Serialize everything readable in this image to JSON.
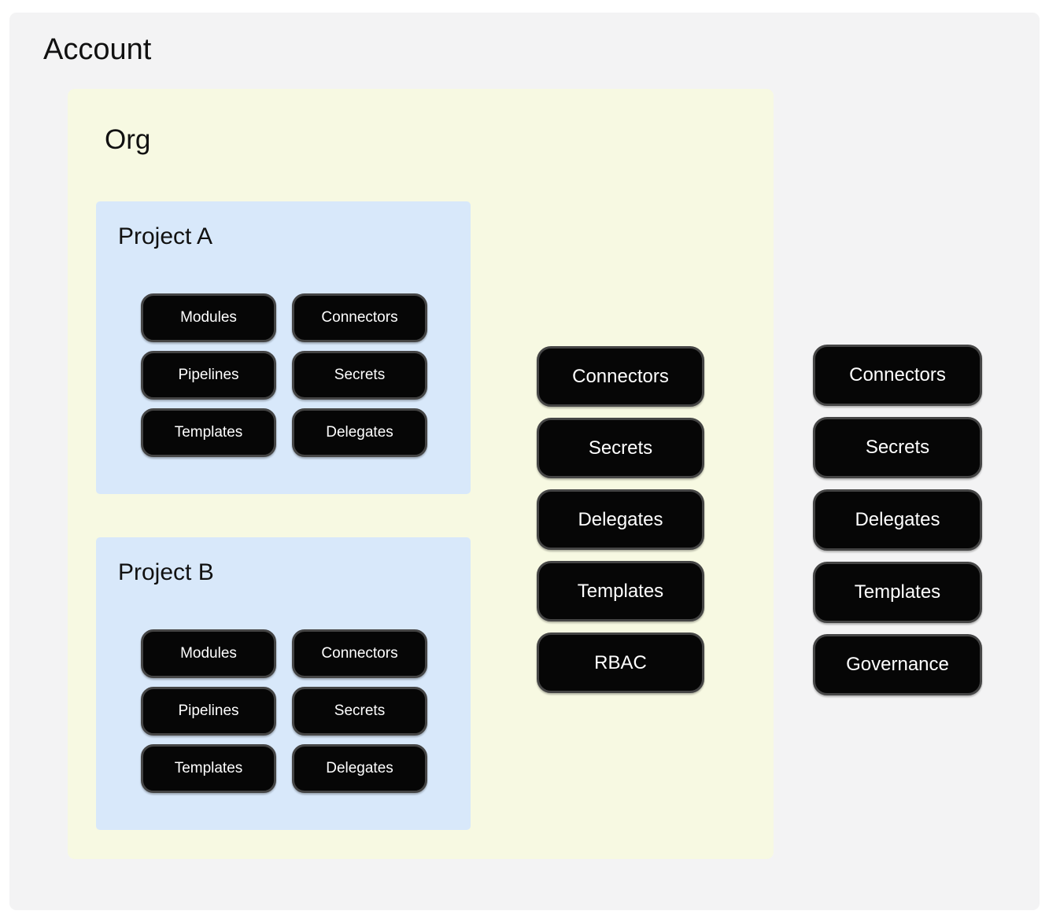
{
  "colors": {
    "page_bg": "#ffffff",
    "account_bg": "#f3f3f4",
    "org_bg": "#f7f9e2",
    "project_bg": "#d8e8fa",
    "pill_bg": "#060606",
    "pill_border": "#454545",
    "pill_text": "#ffffff",
    "title_text": "#111111"
  },
  "account": {
    "title": "Account",
    "org": {
      "title": "Org",
      "projects": [
        {
          "title": "Project A",
          "pills": [
            "Modules",
            "Connectors",
            "Pipelines",
            "Secrets",
            "Templates",
            "Delegates"
          ]
        },
        {
          "title": "Project B",
          "pills": [
            "Modules",
            "Connectors",
            "Pipelines",
            "Secrets",
            "Templates",
            "Delegates"
          ]
        }
      ],
      "org_resources": [
        "Connectors",
        "Secrets",
        "Delegates",
        "Templates",
        "RBAC"
      ]
    },
    "account_resources": [
      "Connectors",
      "Secrets",
      "Delegates",
      "Templates",
      "Governance"
    ]
  }
}
